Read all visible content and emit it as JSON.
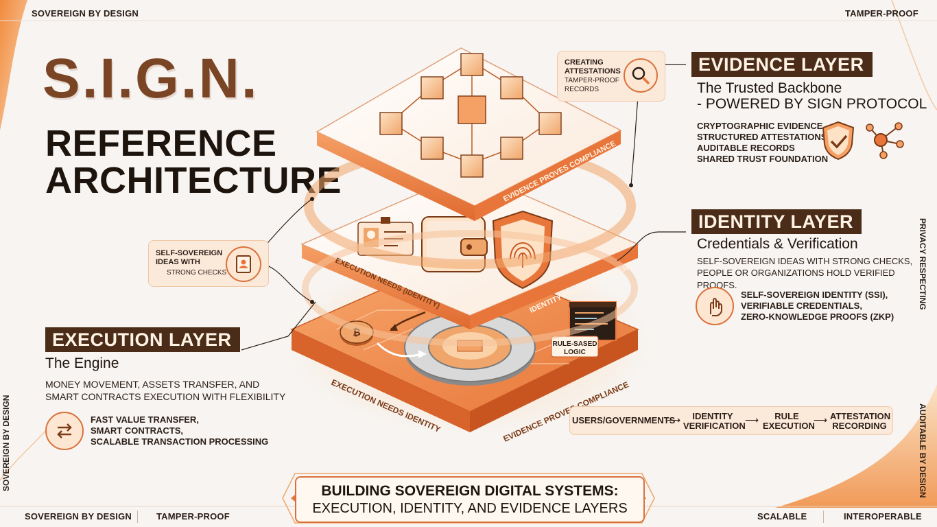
{
  "corners": {
    "top_left": "SOVEREIGN BY DESIGN",
    "top_right": "TAMPER-PROOF",
    "bottom_left_1": "SOVEREIGN BY DESIGN",
    "bottom_left_2": "TAMPER-PROOF",
    "bottom_right_1": "SCALABLE",
    "bottom_right_2": "INTEROPERABLE",
    "right_vertical": "PRIVACY RESPECTING",
    "left_vertical": "SOVEREIGN BY DESIGN",
    "right_vertical_bottom": "AUDITABLE BY DESIGN"
  },
  "title": {
    "main": "S.I.G.N.",
    "line2": "REFERENCE",
    "line3": "ARCHITECTURE"
  },
  "evidence": {
    "tag": "EVIDENCE LAYER",
    "sub1": "The Trusted Backbone",
    "sub2": "- POWERED BY SIGN PROTOCOL",
    "points": [
      "CRYPTOGRAPHIC EVIDENCE",
      "STRUCTURED ATTESTATIONS",
      "AUDITABLE RECORDS",
      "SHARED TRUST FOUNDATION"
    ],
    "callout_bold1": "CREATING",
    "callout_bold2": "ATTESTATIONS",
    "callout_reg1": "TAMPER-PROOF",
    "callout_reg2": "RECORDS"
  },
  "identity": {
    "tag": "IDENTITY LAYER",
    "sub": "Credentials & Verification",
    "desc1": "SELF-SOVEREIGN IDEAS WITH STRONG CHECKS,",
    "desc2": "PEOPLE OR ORGANIZATIONS HOLD VERIFIED PROOFS.",
    "points": [
      "SELF-SOVEREIGN IDENTITY (SSI),",
      "VERIFIABLE CREDENTIALS,",
      "ZERO-KNOWLEDGE PROOFS (ZKP)"
    ],
    "callout_bold1": "SELF-SOVEREIGN",
    "callout_bold2": "IDEAS WITH",
    "callout_reg": "STRONG CHECKS"
  },
  "execution": {
    "tag": "EXECUTION LAYER",
    "sub": "The Engine",
    "desc1": "MONEY MOVEMENT, ASSETS TRANSFER, AND",
    "desc2": "SMART CONTRACTS EXECUTION WITH FLEXIBILITY",
    "points": [
      "FAST VALUE TRANSFER,",
      "SMART CONTRACTS,",
      "SCALABLE TRANSACTION PROCESSING"
    ],
    "rule_label1": "RULE-SASED",
    "rule_label2": "LOGIC"
  },
  "diagram_labels": {
    "top_edge": "EVIDENCE PROVES COMPLIANCE",
    "mid_left": "EXECUTION NEEDS (IDENTITY)",
    "mid_right": "IDENTITY PROVIDES PLAYERS",
    "bottom_left": "EXECUTION NEEDS IDENTITY",
    "bottom_right": "EVIDENCE PROVES COMPLIANCE"
  },
  "flow": {
    "steps": [
      "USERS/GOVERNMENTS",
      "IDENTITY\nVERIFICATION",
      "RULE\nEXECUTION",
      "ATTESTATION\nRECORDING"
    ]
  },
  "banner": {
    "line1": "BUILDING SOVEREIGN DIGITAL SYSTEMS:",
    "line2": "EXECUTION, IDENTITY, AND EVIDENCE LAYERS"
  },
  "colors": {
    "accent": "#e8763a",
    "dark_brown": "#4a2c18",
    "title_brown": "#7a4525",
    "peach": "#fbe9da"
  }
}
